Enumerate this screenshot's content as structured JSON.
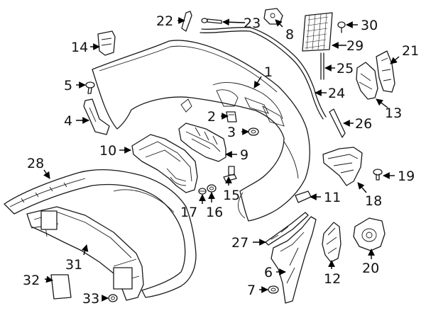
{
  "callouts": [
    {
      "id": "c1",
      "label": "1"
    },
    {
      "id": "c2",
      "label": "2"
    },
    {
      "id": "c3",
      "label": "3"
    },
    {
      "id": "c4",
      "label": "4"
    },
    {
      "id": "c5",
      "label": "5"
    },
    {
      "id": "c6",
      "label": "6"
    },
    {
      "id": "c7",
      "label": "7"
    },
    {
      "id": "c8",
      "label": "8"
    },
    {
      "id": "c9",
      "label": "9"
    },
    {
      "id": "c10",
      "label": "10"
    },
    {
      "id": "c11",
      "label": "11"
    },
    {
      "id": "c12",
      "label": "12"
    },
    {
      "id": "c13",
      "label": "13"
    },
    {
      "id": "c14",
      "label": "14"
    },
    {
      "id": "c15",
      "label": "15"
    },
    {
      "id": "c16",
      "label": "16"
    },
    {
      "id": "c17",
      "label": "17"
    },
    {
      "id": "c18",
      "label": "18"
    },
    {
      "id": "c19",
      "label": "19"
    },
    {
      "id": "c20",
      "label": "20"
    },
    {
      "id": "c21",
      "label": "21"
    },
    {
      "id": "c22",
      "label": "22"
    },
    {
      "id": "c23",
      "label": "23"
    },
    {
      "id": "c24",
      "label": "24"
    },
    {
      "id": "c25",
      "label": "25"
    },
    {
      "id": "c26",
      "label": "26"
    },
    {
      "id": "c27",
      "label": "27"
    },
    {
      "id": "c28",
      "label": "28"
    },
    {
      "id": "c29",
      "label": "29"
    },
    {
      "id": "c30",
      "label": "30"
    },
    {
      "id": "c31",
      "label": "31"
    },
    {
      "id": "c32",
      "label": "32"
    },
    {
      "id": "c33",
      "label": "33"
    }
  ]
}
